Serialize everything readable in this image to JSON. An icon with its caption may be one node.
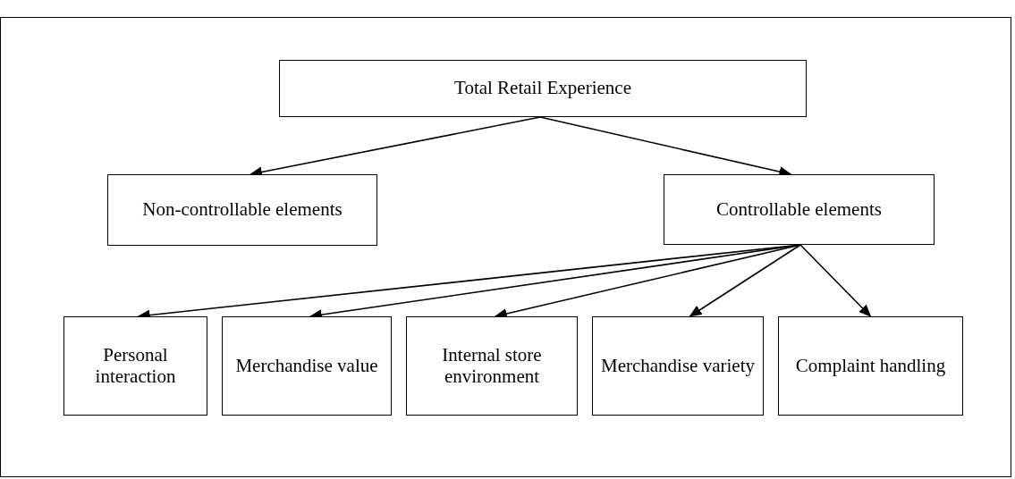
{
  "diagram": {
    "nodes": [
      {
        "text": [
          "Total Retail Experience"
        ]
      },
      {
        "text": [
          "Non-controllable elements"
        ]
      },
      {
        "text": [
          "Controllable elements"
        ]
      },
      {
        "text": [
          "Personal interaction"
        ]
      },
      {
        "text": [
          "Merchandise value"
        ]
      },
      {
        "text": [
          "Internal store environment"
        ]
      },
      {
        "text": [
          "Merchandise variety"
        ]
      },
      {
        "text": [
          "Complaint handling"
        ]
      }
    ],
    "edges": [
      {
        "from": 0,
        "to": 1,
        "arrow": "to"
      },
      {
        "from": 0,
        "to": 2,
        "arrow": "to"
      },
      {
        "from": 2,
        "to": 3,
        "arrow": "to"
      },
      {
        "from": 2,
        "to": 4,
        "arrow": "to"
      },
      {
        "from": 2,
        "to": 5,
        "arrow": "to"
      },
      {
        "from": 2,
        "to": 6,
        "arrow": "to"
      },
      {
        "from": 2,
        "to": 7,
        "arrow": "to"
      }
    ]
  }
}
